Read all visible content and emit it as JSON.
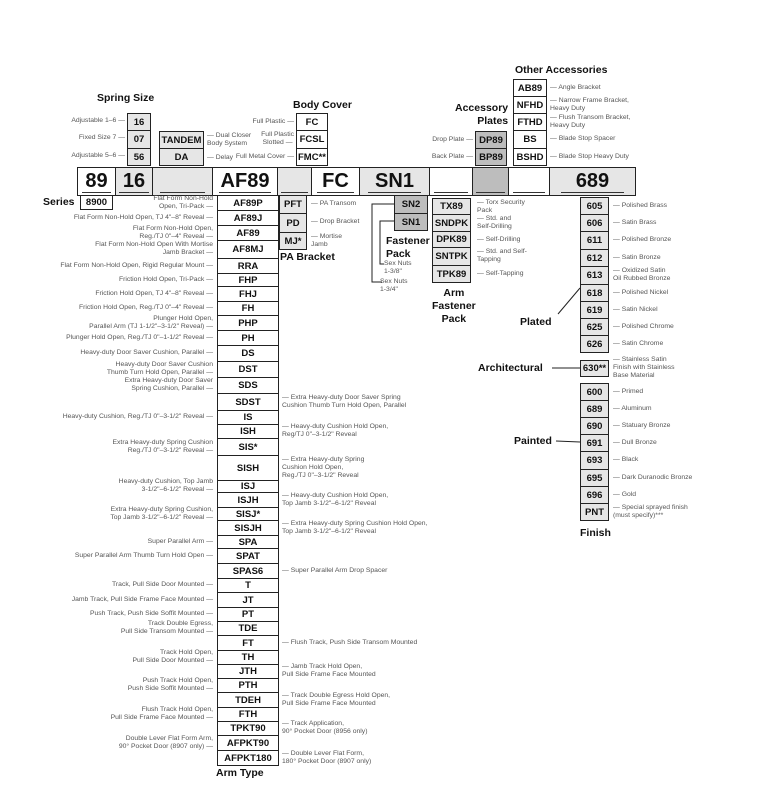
{
  "series": {
    "label": "Series",
    "code": "8900"
  },
  "order_bar": [
    "89",
    "16",
    "",
    "AF89",
    "",
    "FC",
    "SN1",
    "",
    "",
    "",
    "689"
  ],
  "spring_size": {
    "title": "Spring Size",
    "options": [
      {
        "code": "16",
        "label": "Adjustable 1–6"
      },
      {
        "code": "07",
        "label": "Fixed Size 7"
      },
      {
        "code": "56",
        "label": "Adjustable 5–6"
      }
    ]
  },
  "tandem": [
    {
      "code": "TANDEM",
      "label": "Dual Closer\nBody System"
    },
    {
      "code": "DA",
      "label": "Delay"
    }
  ],
  "body_cover": {
    "title": "Body Cover",
    "options": [
      {
        "code": "FC",
        "label": "Full Plastic"
      },
      {
        "code": "FCSL",
        "label": "Full Plastic\nSlotted"
      },
      {
        "code": "FMC**",
        "label": "Full Metal Cover"
      }
    ]
  },
  "accessory_plates": {
    "title": "Accessory\nPlates",
    "options": [
      {
        "code": "DP89",
        "label": "Drop Plate"
      },
      {
        "code": "BP89",
        "label": "Back Plate"
      }
    ]
  },
  "other_accessories": {
    "title": "Other Accessories",
    "options": [
      {
        "code": "AB89",
        "label": "Angle Bracket"
      },
      {
        "code": "NFHD",
        "label": "Narrow Frame Bracket,\nHeavy Duty"
      },
      {
        "code": "FTHD",
        "label": "Flush Transom Bracket,\nHeavy Duty"
      },
      {
        "code": "BS",
        "label": "Blade Stop Spacer"
      },
      {
        "code": "BSHD",
        "label": "Blade Stop Heavy Duty"
      }
    ]
  },
  "pa_bracket": {
    "title": "PA Bracket",
    "options": [
      {
        "code": "PFT",
        "label": "PA Transom"
      },
      {
        "code": "PD",
        "label": "Drop Bracket"
      },
      {
        "code": "MJ*",
        "label": "Mortise\nJamb"
      }
    ]
  },
  "fastener_pack": {
    "title": "Fastener\nPack",
    "options": [
      {
        "code": "SN2",
        "label": "Sex Nuts\n1-3/8\""
      },
      {
        "code": "SN1",
        "label": "Sex Nuts\n1-3/4\""
      }
    ]
  },
  "arm_fastener_pack": {
    "title": "Arm\nFastener\nPack",
    "options": [
      {
        "code": "TX89",
        "label": "Torx Security\nPack"
      },
      {
        "code": "SNDPK",
        "label": "Std. and\nSelf-Drilling"
      },
      {
        "code": "DPK89",
        "label": "Self-Drilling"
      },
      {
        "code": "SNTPK",
        "label": "Std. and Self-\nTapping"
      },
      {
        "code": "TPK89",
        "label": "Self-Tapping"
      }
    ]
  },
  "arm_type": {
    "title": "Arm Type",
    "options": [
      {
        "code": "AF89P",
        "left": "Flat Form Non-Hold\nOpen, Tri-Pack"
      },
      {
        "code": "AF89J",
        "left": "Flat Form Non-Hold Open, TJ 4\"–8\" Reveal"
      },
      {
        "code": "AF89",
        "left": "Flat Form Non-Hold Open,\nReg./TJ 0\"–4\" Reveal"
      },
      {
        "code": "AF8MJ",
        "left": "Flat Form Non-Hold Open With Mortise\nJamb Bracket"
      },
      {
        "code": "RRA",
        "left": "Flat Form Non-Hold Open, Rigid Regular Mount"
      },
      {
        "code": "FHP",
        "left": "Friction Hold Open, Tri-Pack"
      },
      {
        "code": "FHJ",
        "left": "Friction Hold Open, TJ 4\"–8\" Reveal"
      },
      {
        "code": "FH",
        "left": "Friction Hold Open, Reg./TJ 0\"–4\" Reveal"
      },
      {
        "code": "PHP",
        "left": "Plunger Hold Open,\nParallel Arm (TJ 1-1/2\"–3-1/2\" Reveal)"
      },
      {
        "code": "PH",
        "left": "Plunger Hold Open, Reg./TJ 0\"–1-1/2\" Reveal"
      },
      {
        "code": "DS",
        "left": "Heavy-duty Door Saver Cushion, Parallel"
      },
      {
        "code": "DST",
        "left": "Heavy-duty Door Saver Cushion\nThumb Turn Hold Open, Parallel"
      },
      {
        "code": "SDS",
        "left": "Extra Heavy-duty Door Saver\nSpring Cushion, Parallel"
      },
      {
        "code": "SDST",
        "right": "Extra Heavy-duty Door Saver Spring\nCushion Thumb Turn Hold Open, Parallel"
      },
      {
        "code": "IS",
        "left": "Heavy-duty Cushion, Reg./TJ 0\"–3-1/2\" Reveal"
      },
      {
        "code": "ISH",
        "right": "Heavy-duty Cushion Hold Open,\nReg/TJ 0\"–3-1/2\" Reveal"
      },
      {
        "code": "SIS*",
        "left": "Extra Heavy-duty Spring Cushion\nReg./TJ 0\"–3-1/2\" Reveal"
      },
      {
        "code": "SISH",
        "right": "Extra Heavy-duty Spring\nCushion Hold Open,\nReg./TJ 0\"–3-1/2\" Reveal"
      },
      {
        "code": "ISJ",
        "left": "Heavy-duty Cushion, Top Jamb\n3-1/2\"–6-1/2\" Reveal"
      },
      {
        "code": "ISJH",
        "right": "Heavy-duty Cushion Hold Open,\nTop Jamb 3-1/2\"–6-1/2\" Reveal"
      },
      {
        "code": "SISJ*",
        "left": "Extra Heavy-duty Spring Cushion,\nTop Jamb 3-1/2\"–6-1/2\" Reveal"
      },
      {
        "code": "SISJH",
        "right": "Extra Heavy-duty Spring Cushion Hold Open,\nTop Jamb 3-1/2\"–6-1/2\" Reveal"
      },
      {
        "code": "SPA",
        "left": "Super Parallel Arm"
      },
      {
        "code": "SPAT",
        "left": "Super Parallel Arm Thumb Turn Hold Open"
      },
      {
        "code": "SPAS6",
        "right": "Super Parallel Arm Drop Spacer"
      },
      {
        "code": "T",
        "left": "Track, Pull Side Door Mounted"
      },
      {
        "code": "JT",
        "left": "Jamb Track, Pull Side Frame Face Mounted"
      },
      {
        "code": "PT",
        "left": "Push Track, Push Side Soffit Mounted"
      },
      {
        "code": "TDE",
        "left": "Track Double Egress,\nPull Side Transom Mounted"
      },
      {
        "code": "FT",
        "right": "Flush Track, Push Side Transom Mounted"
      },
      {
        "code": "TH",
        "left": "Track Hold Open,\nPull Side Door Mounted"
      },
      {
        "code": "JTH",
        "right": "Jamb Track Hold Open,\nPull Side Frame Face Mounted"
      },
      {
        "code": "PTH",
        "left": "Push Track Hold Open,\nPush Side Soffit Mounted"
      },
      {
        "code": "TDEH",
        "right": "Track Double Egress Hold Open,\nPull Side Frame Face Mounted"
      },
      {
        "code": "FTH",
        "left": "Flush Track Hold Open,\nPull Side Frame Face Mounted"
      },
      {
        "code": "TPKT90",
        "right": "Track Application,\n90° Pocket Door (8956 only)"
      },
      {
        "code": "AFPKT90",
        "left": "Double Lever Flat Form Arm,\n90° Pocket Door (8907 only)"
      },
      {
        "code": "AFPKT180",
        "right": "Double Lever Flat Form,\n180° Pocket Door (8907 only)"
      }
    ]
  },
  "finish": {
    "title": "Finish",
    "group_labels": {
      "plated": "Plated",
      "architectural": "Architectural",
      "painted": "Painted"
    },
    "options": [
      {
        "code": "605",
        "label": "Polished Brass"
      },
      {
        "code": "606",
        "label": "Satin Brass"
      },
      {
        "code": "611",
        "label": "Polished Bronze"
      },
      {
        "code": "612",
        "label": "Satin Bronze"
      },
      {
        "code": "613",
        "label": "Oxidized Satin\nOil Rubbed Bronze"
      },
      {
        "code": "618",
        "label": "Polished Nickel"
      },
      {
        "code": "619",
        "label": "Satin Nickel"
      },
      {
        "code": "625",
        "label": "Polished Chrome"
      },
      {
        "code": "626",
        "label": "Satin Chrome"
      },
      {
        "code": "630**",
        "label": "Stainless Satin\nFinish with Stainless\nBase Material"
      },
      {
        "code": "600",
        "label": "Primed"
      },
      {
        "code": "689",
        "label": "Aluminum"
      },
      {
        "code": "690",
        "label": "Statuary Bronze"
      },
      {
        "code": "691",
        "label": "Dull Bronze"
      },
      {
        "code": "693",
        "label": "Black"
      },
      {
        "code": "695",
        "label": "Dark Duranodic Bronze"
      },
      {
        "code": "696",
        "label": "Gold"
      },
      {
        "code": "PNT",
        "label": "Special sprayed finish\n(must specify)***"
      }
    ]
  }
}
